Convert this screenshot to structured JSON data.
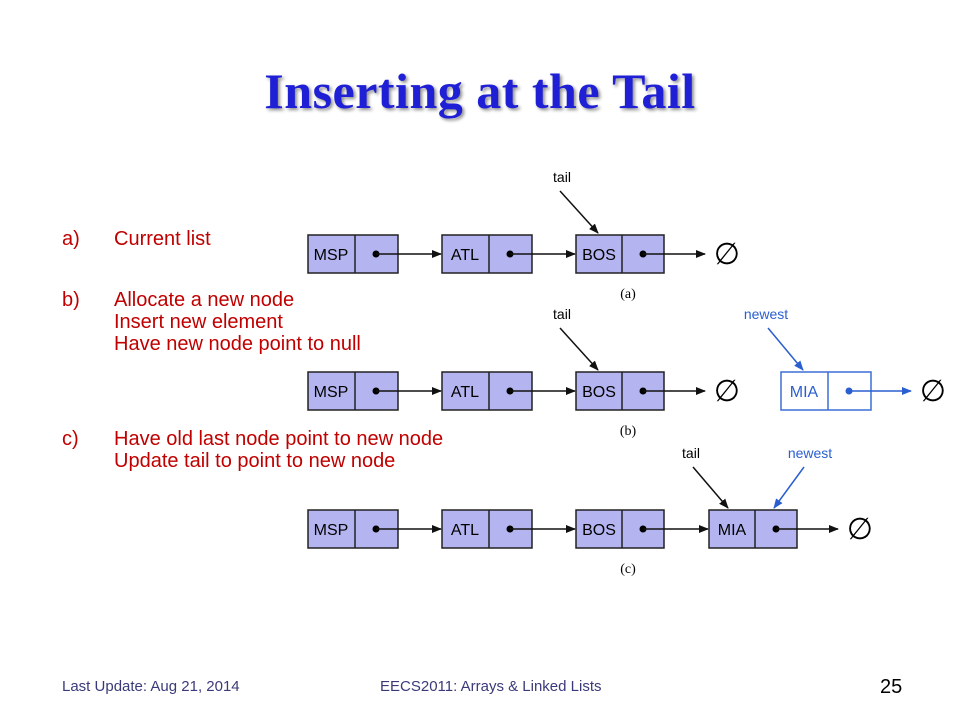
{
  "title": "Inserting at the Tail",
  "steps": [
    {
      "label": "a)",
      "lines": [
        "Current list"
      ]
    },
    {
      "label": "b)",
      "lines": [
        "Allocate a new node",
        "Insert new element",
        "Have new node point to null"
      ]
    },
    {
      "label": "c)",
      "lines": [
        "Have old last node point to new node",
        "Update tail to point to new node"
      ]
    }
  ],
  "diagram": {
    "nodes": [
      "MSP",
      "ATL",
      "BOS",
      "MIA"
    ],
    "pointer_labels": {
      "tail": "tail",
      "newest": "newest"
    },
    "null_symbol": "∅",
    "captions": [
      "(a)",
      "(b)",
      "(c)"
    ],
    "colors": {
      "node_fill": "#b4b4f0",
      "node_stroke": "#222222",
      "new_node_stroke": "#3b6fd6",
      "newest_color": "#2a5fd0",
      "text_red": "#c00000",
      "title_blue": "#1f1fd6"
    }
  },
  "footer": {
    "last_update": "Last Update: Aug 21, 2014",
    "course": "EECS2011: Arrays & Linked Lists",
    "page": "25"
  }
}
